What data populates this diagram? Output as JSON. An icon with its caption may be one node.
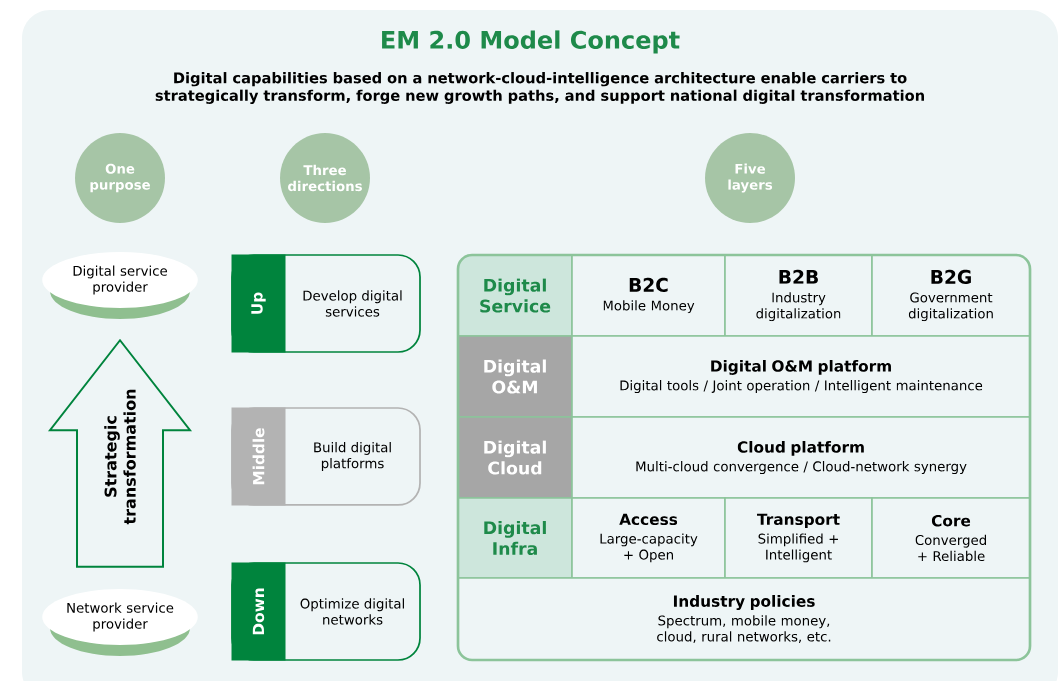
{
  "diagram": {
    "title": "EM 2.0 Model Concept",
    "labels": [
      "Digital capabilities based on a network-cloud-intelligence architecture enable carriers to strategically transform, forge new growth paths, and support national digital transformation"
    ],
    "nodes": [
      {
        "text": [
          "One purpose"
        ]
      },
      {
        "text": [
          "Three directions"
        ]
      },
      {
        "text": [
          "Five layers"
        ]
      },
      {
        "text": [
          "Digital service provider"
        ]
      },
      {
        "text": [
          "Network service provider"
        ]
      },
      {
        "text": [
          "Develop digital services"
        ]
      },
      {
        "text": [
          "Up"
        ],
        "in": 5
      },
      {
        "text": [
          "Build digital platforms"
        ]
      },
      {
        "text": [
          "Middle"
        ],
        "in": 7
      },
      {
        "text": [
          "Optimize digital networks"
        ]
      },
      {
        "text": [
          "Down"
        ],
        "in": 9
      },
      {
        "text": [],
        "shape": "box"
      },
      {
        "text": [
          "Digital Service"
        ],
        "in": 11
      },
      {
        "text": [
          "B2C",
          "Mobile Money"
        ],
        "in": 11
      },
      {
        "text": [
          "B2B",
          "Industry digitalization"
        ],
        "in": 11
      },
      {
        "text": [
          "B2G",
          "Government digitalization"
        ],
        "in": 11
      },
      {
        "text": [
          "Digital O&M"
        ],
        "in": 11
      },
      {
        "text": [
          "Digital O&M platform",
          "Digital tools / Joint operation / Intelligent maintenance"
        ],
        "in": 11
      },
      {
        "text": [
          "Digital Cloud"
        ],
        "in": 11
      },
      {
        "text": [
          "Cloud platform",
          "Multi-cloud convergence / Cloud-network synergy"
        ],
        "in": 11
      },
      {
        "text": [
          "Digital Infra"
        ],
        "in": 11
      },
      {
        "text": [
          "Access",
          "Large-capacity + Open"
        ],
        "in": 11
      },
      {
        "text": [
          "Transport",
          "Simplified + Intelligent"
        ],
        "in": 11
      },
      {
        "text": [
          "Core",
          "Converged + Reliable"
        ],
        "in": 11
      },
      {
        "text": [
          "Industry policies",
          "Spectrum, mobile money, cloud, rural networks, etc."
        ],
        "in": 11
      }
    ],
    "edges": [
      {
        "from": 4,
        "to": 3,
        "arrow": "to",
        "label": "Strategic transformation"
      }
    ]
  }
}
